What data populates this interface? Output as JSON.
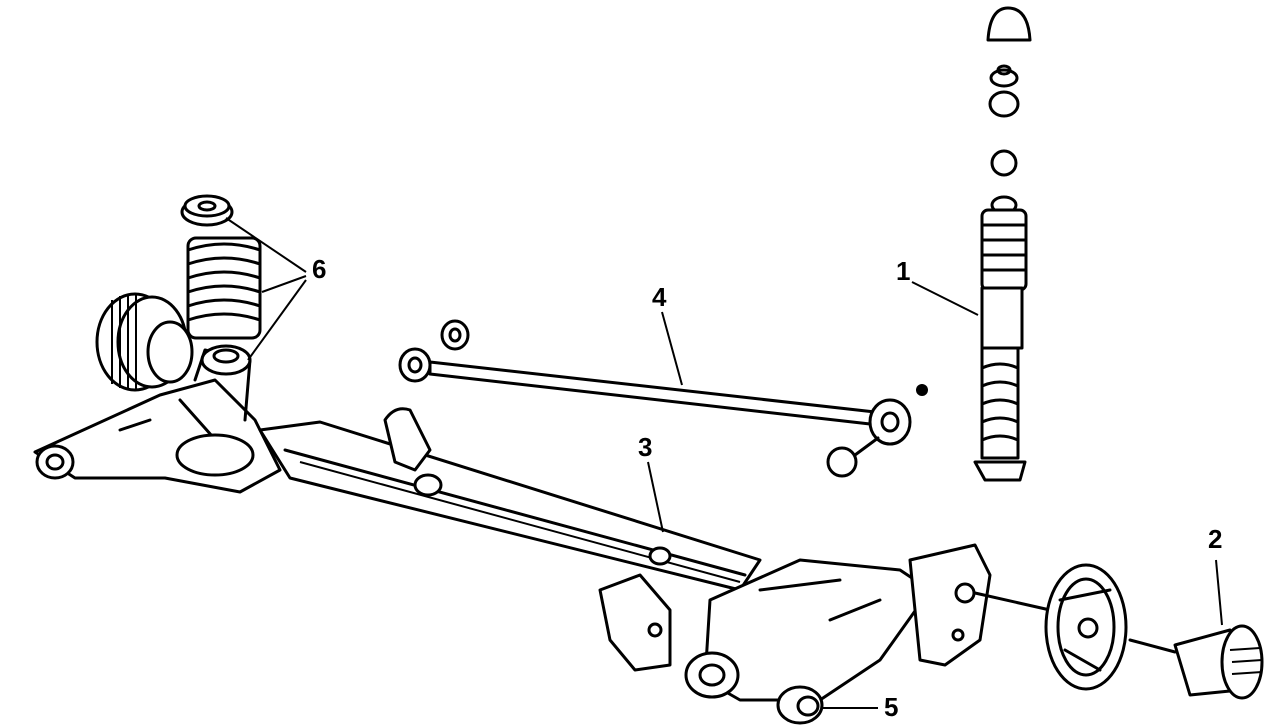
{
  "diagram": {
    "colors": {
      "ink": "#000000",
      "paper": "#ffffff"
    },
    "callouts": [
      {
        "id": "1",
        "label": "1",
        "part": "shock-absorber"
      },
      {
        "id": "2",
        "label": "2",
        "part": "hub-and-bearing"
      },
      {
        "id": "3",
        "label": "3",
        "part": "axle-beam"
      },
      {
        "id": "4",
        "label": "4",
        "part": "track-bar"
      },
      {
        "id": "5",
        "label": "5",
        "part": "bushing"
      },
      {
        "id": "6",
        "label": "6",
        "part": "coil-spring-and-insulators"
      }
    ]
  }
}
